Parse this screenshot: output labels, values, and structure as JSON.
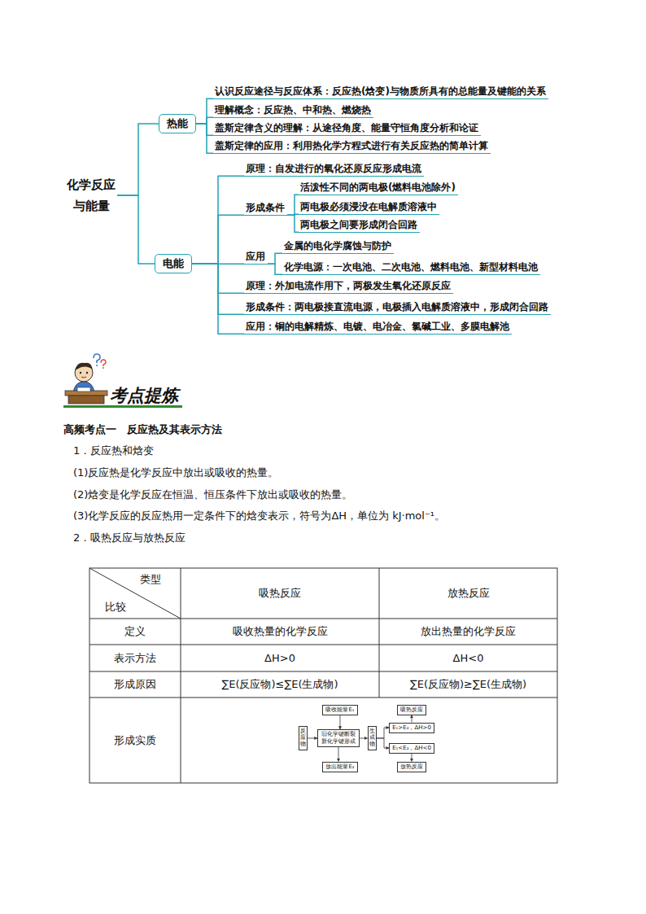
{
  "diagram": {
    "nodes": [
      {
        "text": [
          "化学反应 与能量"
        ]
      },
      {
        "text": [
          "热能"
        ]
      },
      {
        "text": [
          "认识反应途径与反应体系：反应热(焓变)与物质所具有的总能量及键能的关系"
        ]
      },
      {
        "text": [
          "理解概念：反应热、中和热、燃烧热"
        ]
      },
      {
        "text": [
          "盖斯定律含义的理解：从途径角度、能量守恒角度分析和论证"
        ]
      },
      {
        "text": [
          "盖斯定律的应用：利用热化学方程式进行有关反应热的简单计算"
        ]
      },
      {
        "text": [
          "电能"
        ]
      },
      {
        "text": [
          "原理：自发进行的氧化还原反应形成电流"
        ]
      },
      {
        "text": [
          "形成条件"
        ]
      },
      {
        "text": [
          "活泼性不同的两电极(燃料电池除外)"
        ]
      },
      {
        "text": [
          "两电极必须浸没在电解质溶液中"
        ]
      },
      {
        "text": [
          "两电极之间要形成闭合回路"
        ]
      },
      {
        "text": [
          "应用"
        ]
      },
      {
        "text": [
          "金属的电化学腐蚀与防护"
        ]
      },
      {
        "text": [
          "化学电源：一次电池、二次电池、燃料电池、新型材料电池"
        ]
      },
      {
        "text": [
          "原理：外加电流作用下，两极发生氧化还原反应"
        ]
      },
      {
        "text": [
          "形成条件：两电极接直流电源，电极插入电解质溶液中，形成闭合回路"
        ]
      },
      {
        "text": [
          "应用：铜的电解精炼、电镀、电冶金、氯碱工业、多膜电解池"
        ]
      },
      {
        "text": [
          "吸收能量E₁"
        ]
      },
      {
        "text": [
          "反应物"
        ]
      },
      {
        "text": [
          "旧化学键断裂 新化学键形成"
        ]
      },
      {
        "text": [
          "放出能量E₂"
        ]
      },
      {
        "text": [
          "生成物"
        ]
      },
      {
        "text": [
          "吸热反应"
        ]
      },
      {
        "text": [
          "E₁>E₂，ΔH>0"
        ]
      },
      {
        "text": [
          "E₁<E₂，ΔH<0"
        ]
      },
      {
        "text": [
          "放热反应"
        ]
      }
    ],
    "edges": [
      {
        "from": 0,
        "to": 1,
        "arrow": "none"
      },
      {
        "from": 0,
        "to": 6,
        "arrow": "none"
      },
      {
        "from": 1,
        "to": 2,
        "arrow": "none"
      },
      {
        "from": 1,
        "to": 3,
        "arrow": "none"
      },
      {
        "from": 1,
        "to": 4,
        "arrow": "none"
      },
      {
        "from": 1,
        "to": 5,
        "arrow": "none"
      },
      {
        "from": 6,
        "to": 7,
        "arrow": "none"
      },
      {
        "from": 6,
        "to": 8,
        "arrow": "none"
      },
      {
        "from": 6,
        "to": 12,
        "arrow": "none"
      },
      {
        "from": 6,
        "to": 15,
        "arrow": "none"
      },
      {
        "from": 6,
        "to": 16,
        "arrow": "none"
      },
      {
        "from": 6,
        "to": 17,
        "arrow": "none"
      },
      {
        "from": 8,
        "to": 9,
        "arrow": "none"
      },
      {
        "from": 8,
        "to": 10,
        "arrow": "none"
      },
      {
        "from": 8,
        "to": 11,
        "arrow": "none"
      },
      {
        "from": 12,
        "to": 13,
        "arrow": "none"
      },
      {
        "from": 12,
        "to": 14,
        "arrow": "none"
      },
      {
        "from": 18,
        "to": 20,
        "arrow": "to"
      },
      {
        "from": 19,
        "to": 20,
        "arrow": "to"
      },
      {
        "from": 20,
        "to": 22,
        "arrow": "to"
      },
      {
        "from": 20,
        "to": 21,
        "arrow": "to"
      },
      {
        "from": 22,
        "to": 24,
        "arrow": "to"
      },
      {
        "from": 22,
        "to": 25,
        "arrow": "to"
      },
      {
        "from": 24,
        "to": 23,
        "arrow": "to"
      },
      {
        "from": 25,
        "to": 26,
        "arrow": "to"
      }
    ],
    "labels": [
      "考点提炼",
      "高频考点一　反应热及其表示方法",
      "1．反应热和焓变",
      "(1)反应热是化学反应中放出或吸收的热量。",
      "(2)焓变是化学反应在恒温、恒压条件下放出或吸收的热量。",
      "(3)化学反应的反应热用一定条件下的焓变表示，符号为ΔH，单位为 kJ·mol⁻¹。",
      "2．吸热反应与放热反应",
      "类型",
      "比较",
      "吸热反应",
      "放热反应",
      "定义",
      "吸收热量的化学反应",
      "放出热量的化学反应",
      "表示方法",
      "ΔH>0",
      "ΔH<0",
      "形成原因",
      "∑E(反应物)≤∑E(生成物)",
      "∑E(反应物)≥∑E(生成物)",
      "形成实质"
    ]
  }
}
